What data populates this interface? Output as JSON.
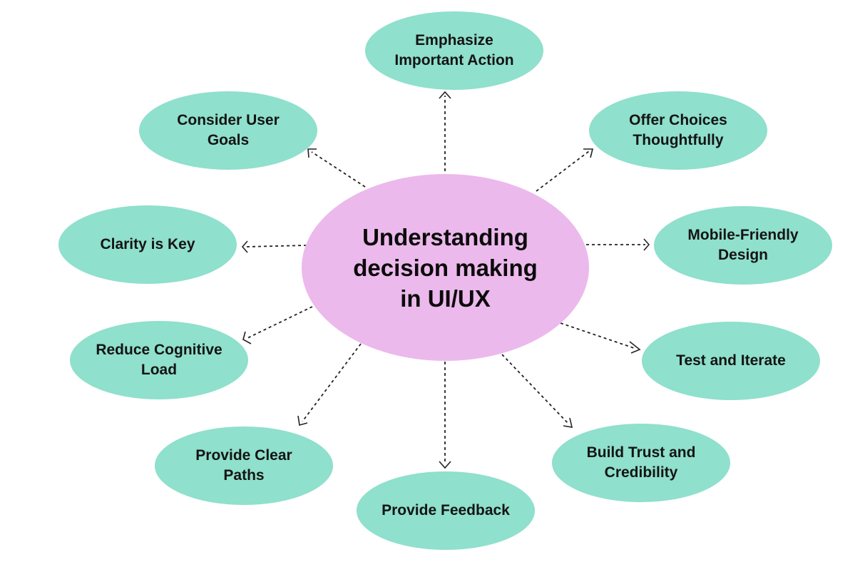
{
  "center": {
    "label": "Understanding decision making in UI/UX",
    "color": "#ecb9ec"
  },
  "node_color": "#8fe0cc",
  "nodes": [
    {
      "id": "emphasize-important-action",
      "label": "Emphasize Important Action"
    },
    {
      "id": "offer-choices-thoughtfully",
      "label": "Offer Choices Thoughtfully"
    },
    {
      "id": "mobile-friendly-design",
      "label": "Mobile-Friendly Design"
    },
    {
      "id": "test-and-iterate",
      "label": "Test and Iterate"
    },
    {
      "id": "build-trust-and-credibility",
      "label": "Build Trust and Credibility"
    },
    {
      "id": "provide-feedback",
      "label": "Provide Feedback"
    },
    {
      "id": "provide-clear-paths",
      "label": "Provide Clear Paths"
    },
    {
      "id": "reduce-cognitive-load",
      "label": "Reduce Cognitive Load"
    },
    {
      "id": "clarity-is-key",
      "label": "Clarity is Key"
    },
    {
      "id": "consider-user-goals",
      "label": "Consider User Goals"
    }
  ]
}
